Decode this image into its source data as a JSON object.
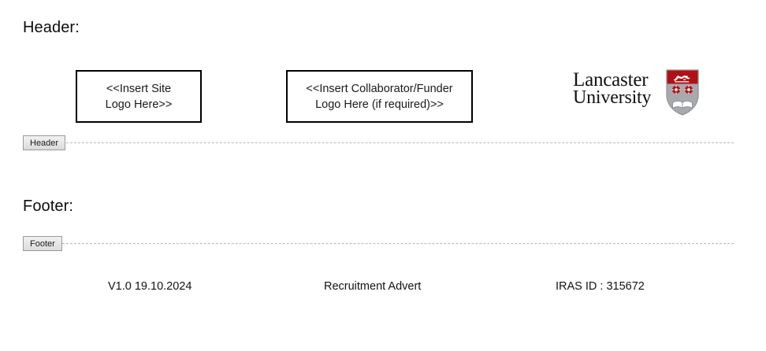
{
  "document": {
    "background_color": "#ffffff",
    "sections": {
      "header_label": "Header:",
      "footer_label": "Footer:"
    }
  },
  "header": {
    "marker_tab_label": "Header",
    "placeholders": [
      {
        "name": "site-logo",
        "text": "<<Insert Site\nLogo Here>>"
      },
      {
        "name": "collaborator-funder-logo",
        "text": "<<Insert Collaborator/Funder\nLogo Here (if required)>>"
      }
    ],
    "institution_logo": {
      "line1": "Lancaster",
      "line2": "University",
      "crest_colors": {
        "banner_red": "#b01116",
        "shield_grey": "#a7a9ac",
        "rose_red": "#b01116",
        "book_white": "#ffffff",
        "outline": "#8c8e90"
      }
    }
  },
  "footer": {
    "marker_tab_label": "Footer",
    "fields": {
      "version": "V1.0 19.10.2024",
      "document_type": "Recruitment Advert",
      "iras": "IRAS ID : 315672"
    }
  },
  "colors": {
    "text": "#000000",
    "dashed_rule": "#b8b8b8",
    "marker_tab_border": "#9a9a9a",
    "marker_tab_fill": "#e4e4e4",
    "placeholder_border": "#000000"
  }
}
